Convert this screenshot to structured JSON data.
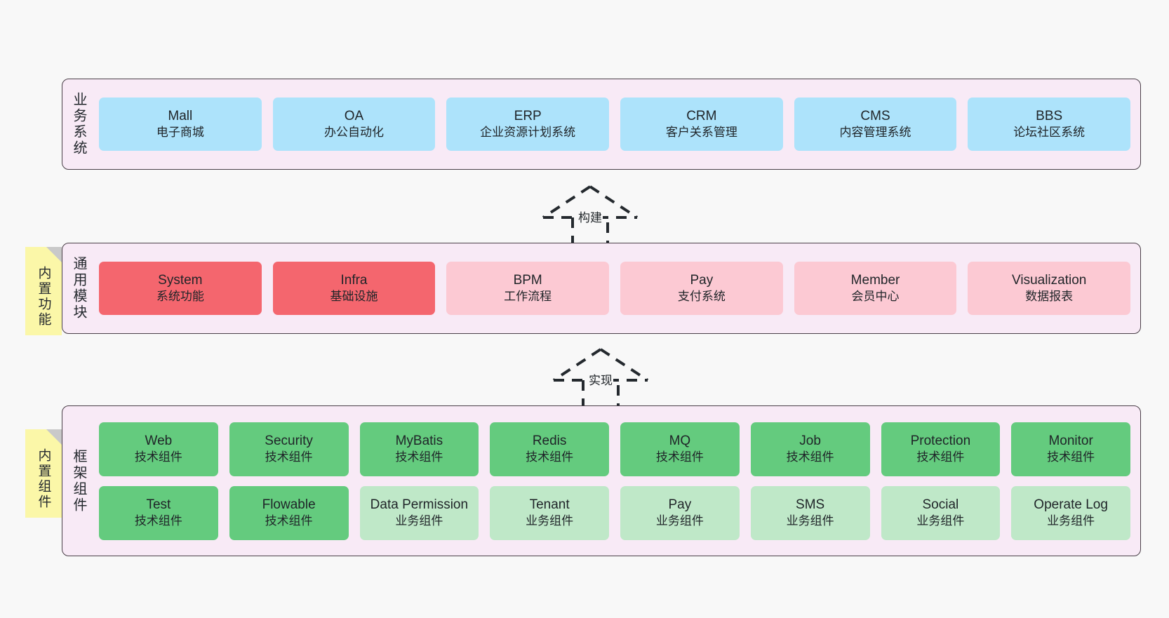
{
  "diagram": {
    "background_color": "#f8f8f8",
    "panel_color": "#f8eaf6",
    "note_color": "#fbf7a8"
  },
  "layers": [
    {
      "title": "业务系统",
      "note": null,
      "rows": [
        {
          "items": [
            {
              "name": "Mall",
              "sub": "电子商城",
              "style": "blue"
            },
            {
              "name": "OA",
              "sub": "办公自动化",
              "style": "blue"
            },
            {
              "name": "ERP",
              "sub": "企业资源计划系统",
              "style": "blue"
            },
            {
              "name": "CRM",
              "sub": "客户关系管理",
              "style": "blue"
            },
            {
              "name": "CMS",
              "sub": "内容管理系统",
              "style": "blue"
            },
            {
              "name": "BBS",
              "sub": "论坛社区系统",
              "style": "blue"
            }
          ]
        }
      ]
    },
    {
      "title": "通用模块",
      "note": "内置功能",
      "rows": [
        {
          "items": [
            {
              "name": "System",
              "sub": "系统功能",
              "style": "red"
            },
            {
              "name": "Infra",
              "sub": "基础设施",
              "style": "red"
            },
            {
              "name": "BPM",
              "sub": "工作流程",
              "style": "pink"
            },
            {
              "name": "Pay",
              "sub": "支付系统",
              "style": "pink"
            },
            {
              "name": "Member",
              "sub": "会员中心",
              "style": "pink"
            },
            {
              "name": "Visualization",
              "sub": "数据报表",
              "style": "pink"
            }
          ]
        }
      ]
    },
    {
      "title": "框架组件",
      "note": "内置组件",
      "rows": [
        {
          "items": [
            {
              "name": "Web",
              "sub": "技术组件",
              "style": "green"
            },
            {
              "name": "Security",
              "sub": "技术组件",
              "style": "green"
            },
            {
              "name": "MyBatis",
              "sub": "技术组件",
              "style": "green"
            },
            {
              "name": "Redis",
              "sub": "技术组件",
              "style": "green"
            },
            {
              "name": "MQ",
              "sub": "技术组件",
              "style": "green"
            },
            {
              "name": "Job",
              "sub": "技术组件",
              "style": "green"
            },
            {
              "name": "Protection",
              "sub": "技术组件",
              "style": "green"
            },
            {
              "name": "Monitor",
              "sub": "技术组件",
              "style": "green"
            }
          ]
        },
        {
          "items": [
            {
              "name": "Test",
              "sub": "技术组件",
              "style": "green"
            },
            {
              "name": "Flowable",
              "sub": "技术组件",
              "style": "green"
            },
            {
              "name": "Data Permission",
              "sub": "业务组件",
              "style": "lightgreen"
            },
            {
              "name": "Tenant",
              "sub": "业务组件",
              "style": "lightgreen"
            },
            {
              "name": "Pay",
              "sub": "业务组件",
              "style": "lightgreen"
            },
            {
              "name": "SMS",
              "sub": "业务组件",
              "style": "lightgreen"
            },
            {
              "name": "Social",
              "sub": "业务组件",
              "style": "lightgreen"
            },
            {
              "name": "Operate Log",
              "sub": "业务组件",
              "style": "lightgreen"
            }
          ]
        }
      ]
    }
  ],
  "connectors": [
    {
      "label": "构建"
    },
    {
      "label": "实现"
    }
  ]
}
